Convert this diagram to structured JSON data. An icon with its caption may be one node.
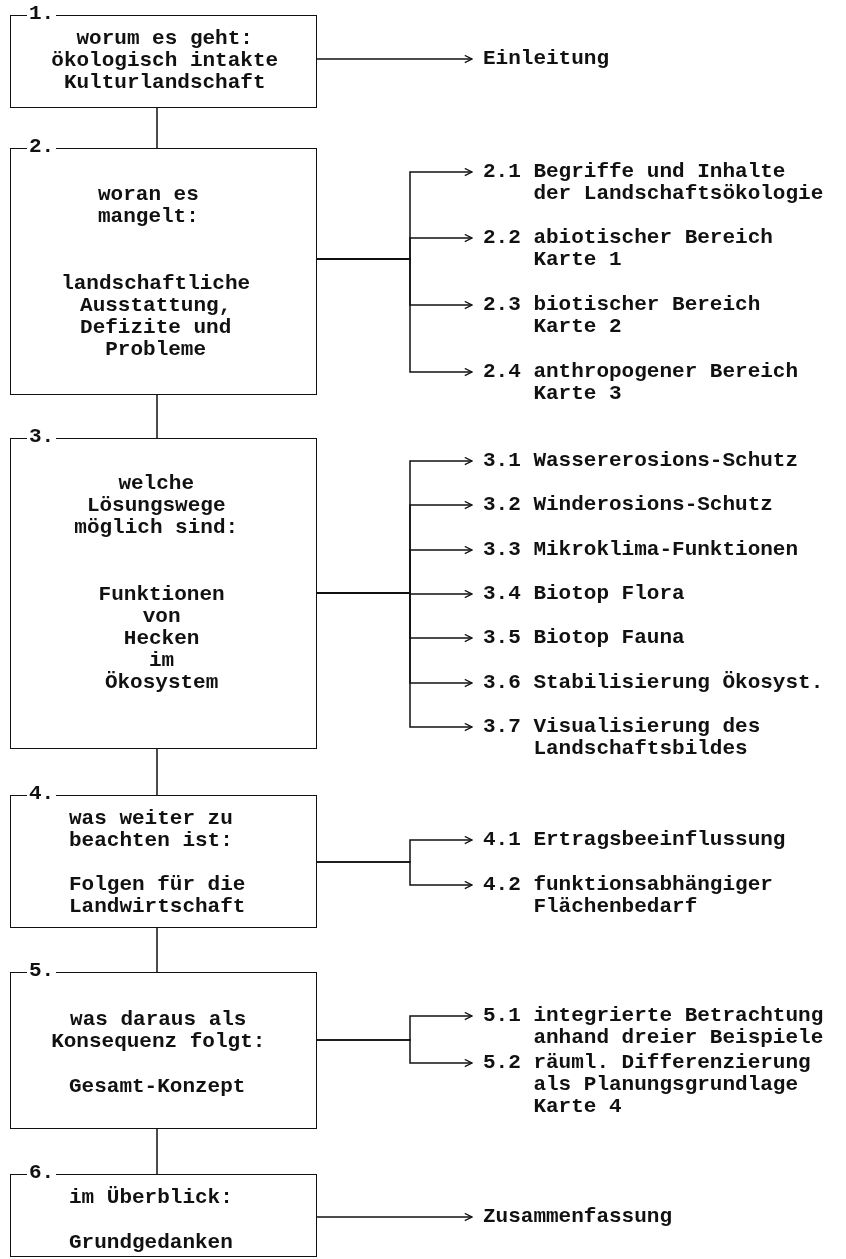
{
  "diagram": {
    "nodes": [
      {
        "text": [
          "1.",
          "worum es geht: ökologisch intakte Kulturlandschaft"
        ]
      },
      {
        "text": [
          "Einleitung"
        ]
      },
      {
        "text": [
          "2.",
          "woran es mangelt:",
          "landschaftliche Ausstattung, Defizite und Probleme"
        ]
      },
      {
        "text": [
          "2.1 Begriffe und Inhalte der Landschaftsökologie"
        ]
      },
      {
        "text": [
          "2.2 abiotischer Bereich Karte 1"
        ]
      },
      {
        "text": [
          "2.3 biotischer Bereich Karte 2"
        ]
      },
      {
        "text": [
          "2.4 anthropogener Bereich Karte 3"
        ]
      },
      {
        "text": [
          "3.",
          "welche Lösungswege möglich sind:",
          "Funktionen von Hecken im Ökosystem"
        ]
      },
      {
        "text": [
          "3.1 Wassererosions-Schutz"
        ]
      },
      {
        "text": [
          "3.2 Winderosions-Schutz"
        ]
      },
      {
        "text": [
          "3.3 Mikroklima-Funktionen"
        ]
      },
      {
        "text": [
          "3.4 Biotop Flora"
        ]
      },
      {
        "text": [
          "3.5 Biotop Fauna"
        ]
      },
      {
        "text": [
          "3.6 Stabilisierung Ökosyst."
        ]
      },
      {
        "text": [
          "3.7 Visualisierung des Landschaftsbildes"
        ]
      },
      {
        "text": [
          "4.",
          "was weiter zu beachten ist:",
          "Folgen für die Landwirtschaft"
        ]
      },
      {
        "text": [
          "4.1 Ertragsbeeinflussung"
        ]
      },
      {
        "text": [
          "4.2 funktionsabhängiger Flächenbedarf"
        ]
      },
      {
        "text": [
          "5.",
          "was daraus als Konsequenz folgt:",
          "Gesamt-Konzept"
        ]
      },
      {
        "text": [
          "5.1 integrierte Betrachtung anhand dreier Beispiele"
        ]
      },
      {
        "text": [
          "5.2 räuml. Differenzierung als Planungsgrundlage Karte 4"
        ]
      },
      {
        "text": [
          "6.",
          "im Überblick:",
          "Grundgedanken"
        ]
      },
      {
        "text": [
          "Zusammenfassung"
        ]
      }
    ],
    "edges": [
      {
        "from": 0,
        "to": 1,
        "arrow": "to"
      },
      {
        "from": 0,
        "to": 2,
        "arrow": "none"
      },
      {
        "from": 2,
        "to": 3,
        "arrow": "to"
      },
      {
        "from": 2,
        "to": 4,
        "arrow": "to"
      },
      {
        "from": 2,
        "to": 5,
        "arrow": "to"
      },
      {
        "from": 2,
        "to": 6,
        "arrow": "to"
      },
      {
        "from": 2,
        "to": 7,
        "arrow": "none"
      },
      {
        "from": 7,
        "to": 8,
        "arrow": "to"
      },
      {
        "from": 7,
        "to": 9,
        "arrow": "to"
      },
      {
        "from": 7,
        "to": 10,
        "arrow": "to"
      },
      {
        "from": 7,
        "to": 11,
        "arrow": "to"
      },
      {
        "from": 7,
        "to": 12,
        "arrow": "to"
      },
      {
        "from": 7,
        "to": 13,
        "arrow": "to"
      },
      {
        "from": 7,
        "to": 14,
        "arrow": "to"
      },
      {
        "from": 7,
        "to": 15,
        "arrow": "none"
      },
      {
        "from": 15,
        "to": 16,
        "arrow": "to"
      },
      {
        "from": 15,
        "to": 17,
        "arrow": "to"
      },
      {
        "from": 15,
        "to": 18,
        "arrow": "none"
      },
      {
        "from": 18,
        "to": 19,
        "arrow": "to"
      },
      {
        "from": 18,
        "to": 20,
        "arrow": "to"
      },
      {
        "from": 18,
        "to": 21,
        "arrow": "none"
      },
      {
        "from": 21,
        "to": 22,
        "arrow": "to"
      }
    ]
  }
}
